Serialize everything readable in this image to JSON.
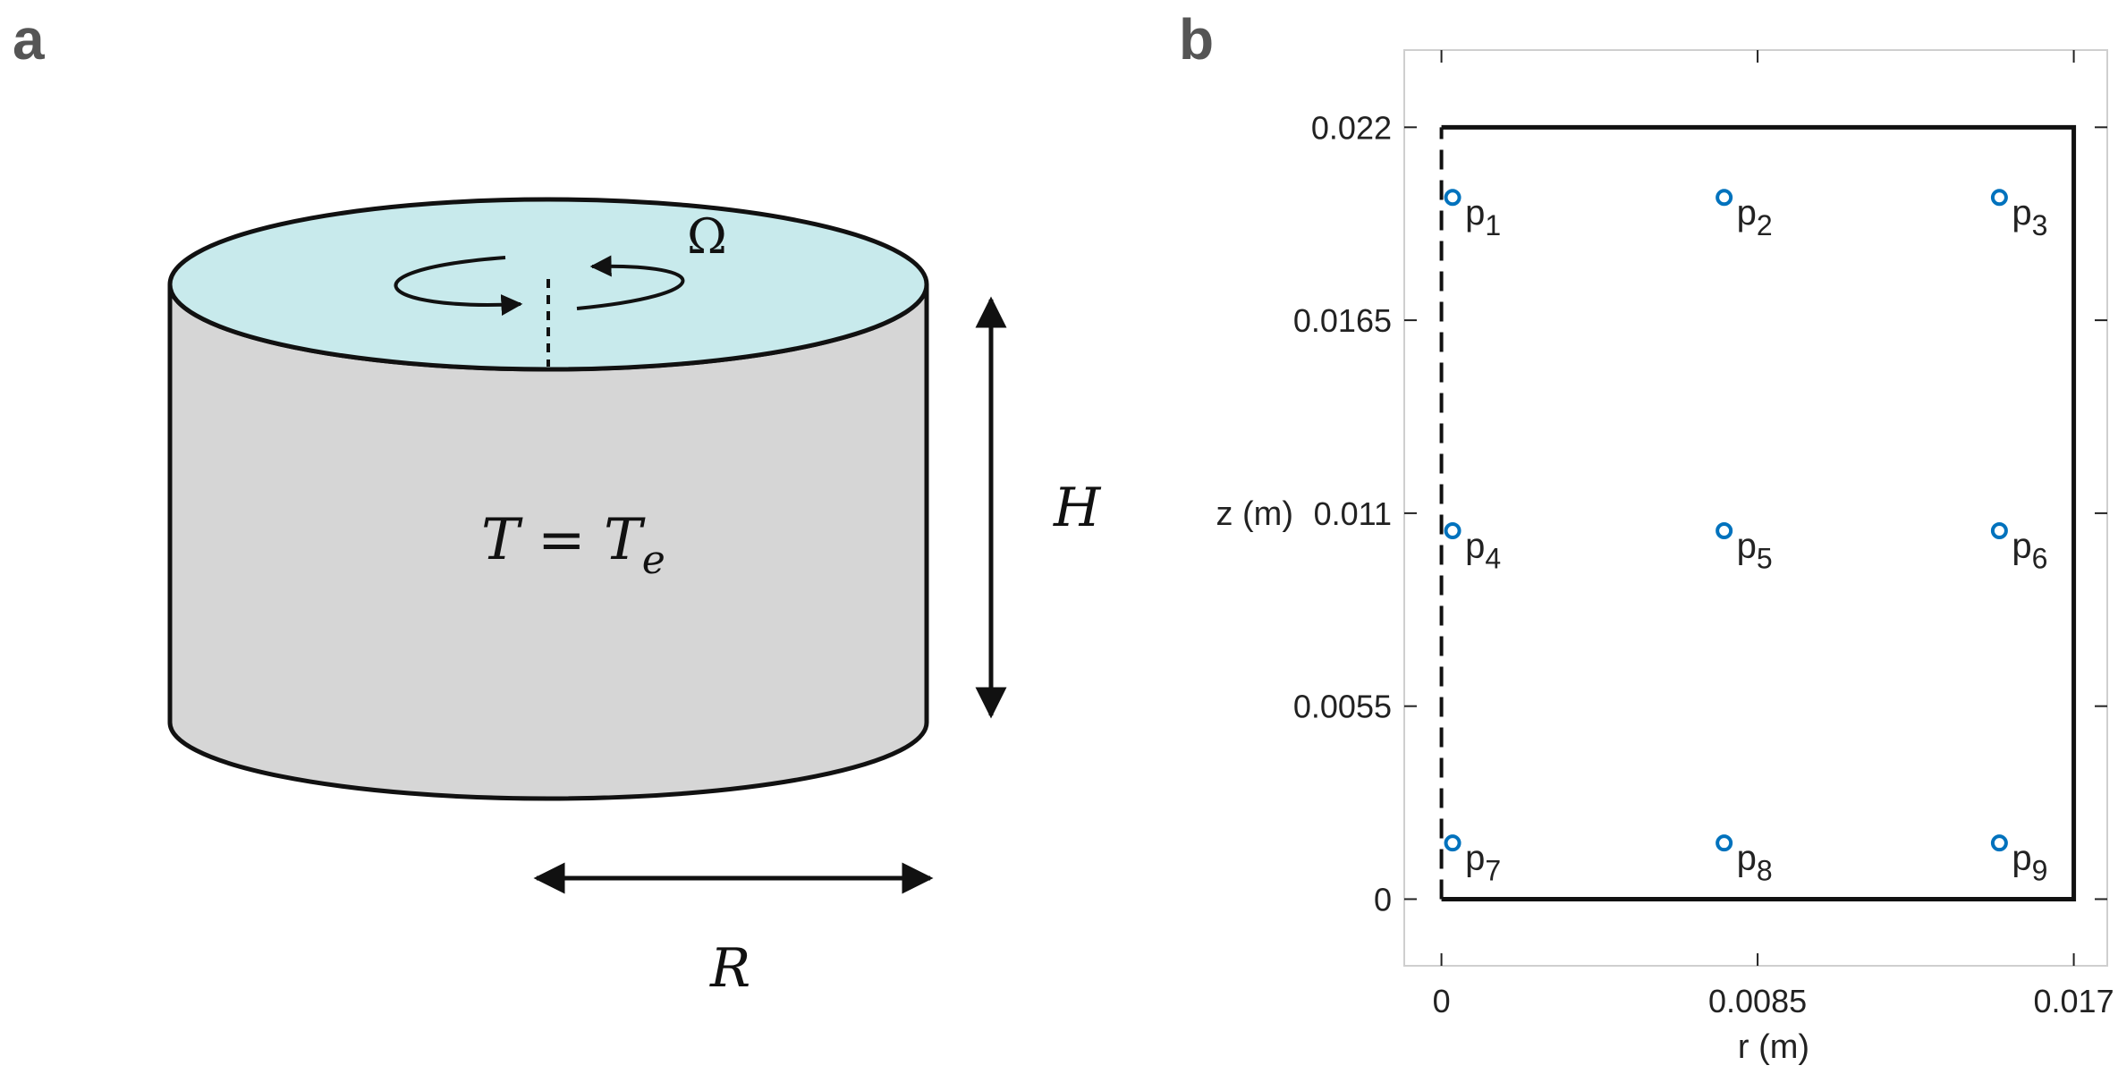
{
  "panel_a": {
    "label": "a",
    "omega_label": "Ω",
    "temperature_label": "T = T",
    "temperature_subscript": "e",
    "height_label": "H",
    "radius_label": "R",
    "top_color": "#c8eaec",
    "side_color": "#d6d6d6"
  },
  "panel_b": {
    "label": "b"
  },
  "chart_data": {
    "type": "scatter",
    "xlabel": "r (m)",
    "ylabel": "z (m)",
    "xlim": [
      -0.001,
      0.0179
    ],
    "ylim": [
      -0.0019,
      0.0242
    ],
    "xticks": [
      0,
      0.0085,
      0.017
    ],
    "xtick_labels": [
      "0",
      "0.0085",
      "0.017"
    ],
    "yticks": [
      0,
      0.0055,
      0.011,
      0.0165,
      0.022
    ],
    "ytick_labels": [
      "0",
      "0.0055",
      "0.011",
      "0.0165",
      "0.022"
    ],
    "grid": false,
    "marker_color": "#0072bd",
    "boundary": {
      "rect": [
        0,
        0,
        0.017,
        0.022
      ],
      "dashed_side": "left"
    },
    "points": [
      {
        "name": "p",
        "sub": "1",
        "x": 0.0003,
        "y": 0.02
      },
      {
        "name": "p",
        "sub": "2",
        "x": 0.0076,
        "y": 0.02
      },
      {
        "name": "p",
        "sub": "3",
        "x": 0.015,
        "y": 0.02
      },
      {
        "name": "p",
        "sub": "4",
        "x": 0.0003,
        "y": 0.0105
      },
      {
        "name": "p",
        "sub": "5",
        "x": 0.0076,
        "y": 0.0105
      },
      {
        "name": "p",
        "sub": "6",
        "x": 0.015,
        "y": 0.0105
      },
      {
        "name": "p",
        "sub": "7",
        "x": 0.0003,
        "y": 0.0016
      },
      {
        "name": "p",
        "sub": "8",
        "x": 0.0076,
        "y": 0.0016
      },
      {
        "name": "p",
        "sub": "9",
        "x": 0.015,
        "y": 0.0016
      }
    ]
  }
}
